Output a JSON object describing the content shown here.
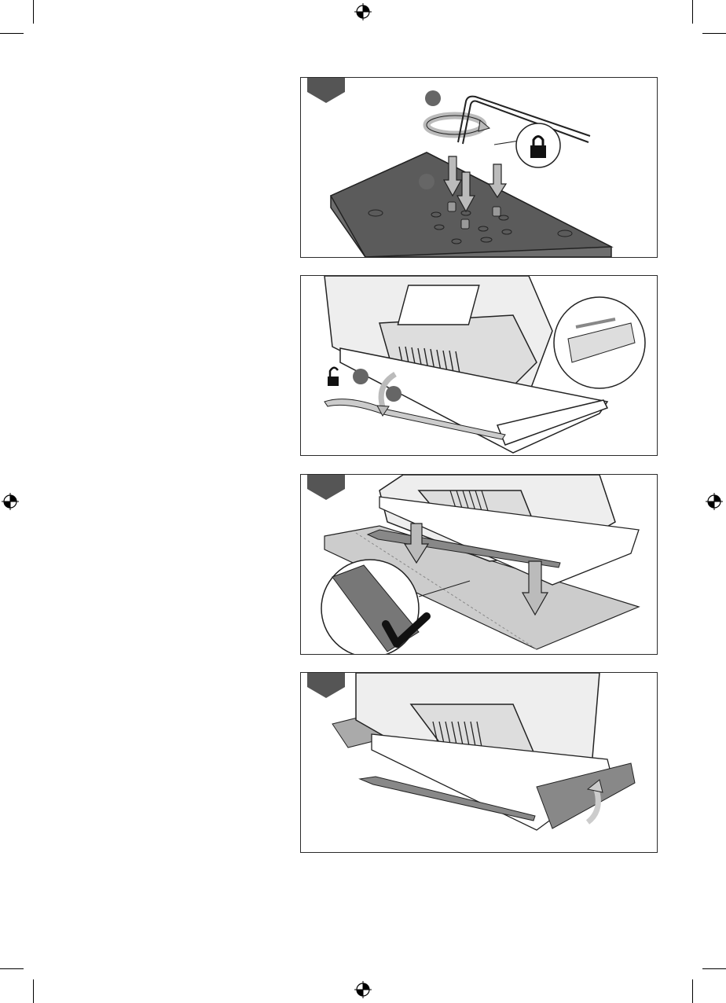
{
  "page": {
    "background": "#ffffff",
    "ink": "#2b2b2b",
    "tab_color": "#555555"
  },
  "panels": [
    {
      "id": "screw-base-plate",
      "steps": 2,
      "icons": [
        "allen-key-icon",
        "lock-icon",
        "rotation-arrow-icon",
        "down-arrow-icon"
      ]
    },
    {
      "id": "release-clamp-lever",
      "steps": 2,
      "icons": [
        "unlock-icon",
        "curved-arrow-icon"
      ]
    },
    {
      "id": "attach-sanding-sheet",
      "steps": 0,
      "icons": [
        "down-arrow-icon",
        "checkmark-icon",
        "magnifier-detail-icon"
      ]
    },
    {
      "id": "fold-sheet-edge",
      "steps": 0,
      "icons": [
        "fold-arrow-icon"
      ]
    }
  ]
}
